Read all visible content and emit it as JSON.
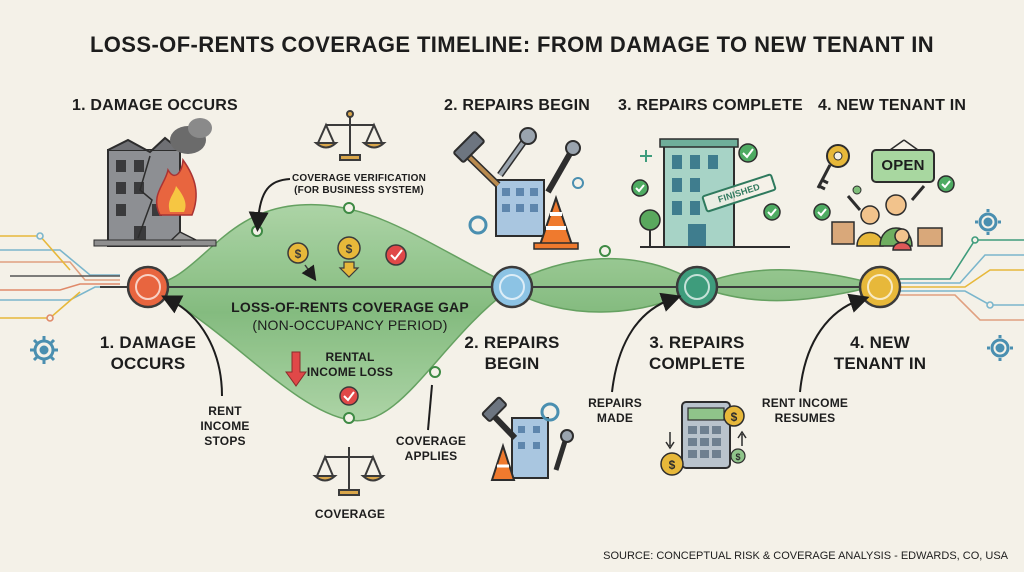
{
  "title": "LOSS-OF-RENTS COVERAGE TIMELINE: FROM DAMAGE TO NEW TENANT IN",
  "phases_top": [
    "1. DAMAGE OCCURS",
    "2. REPAIRS BEGIN",
    "3. REPAIRS COMPLETE",
    "4. NEW TENANT IN"
  ],
  "milestones": [
    {
      "line1": "1. DAMAGE",
      "line2": "OCCURS",
      "color": "#e8653f"
    },
    {
      "line1": "2. REPAIRS",
      "line2": "BEGIN",
      "color": "#8cc3e4"
    },
    {
      "line1": "3. REPAIRS",
      "line2": "COMPLETE",
      "color": "#3e9c7c"
    },
    {
      "line1": "4. NEW",
      "line2": "TENANT IN",
      "color": "#e7b83a"
    }
  ],
  "annotations": {
    "coverage_verification": {
      "line1": "COVERAGE VERIFICATION",
      "line2": "(FOR BUSINESS SYSTEM)"
    },
    "gap": {
      "line1": "LOSS-OF-RENTS COVERAGE GAP",
      "line2": "(NON-OCCUPANCY PERIOD)"
    },
    "rental_loss": {
      "line1": "RENTAL",
      "line2": "INCOME LOSS"
    },
    "rent_stops": {
      "line1": "RENT",
      "line2": "INCOME",
      "line3": "STOPS"
    },
    "coverage": "COVERAGE",
    "coverage_applies": {
      "line1": "COVERAGE",
      "line2": "APPLIES"
    },
    "repairs_made": {
      "line1": "REPAIRS",
      "line2": "MADE"
    },
    "rent_resumes": {
      "line1": "RENT INCOME",
      "line2": "RESUMES"
    }
  },
  "icon_text": {
    "finished_stamp": "FINISHED",
    "open_sign": "OPEN"
  },
  "source": "SOURCE: CONCEPTUAL RISK & COVERAGE ANALYSIS - EDWARDS, CO, USA",
  "colors": {
    "background": "#f4f1e8",
    "ribbon": "#8fc48a",
    "ribbon_dark": "#5e9d5a",
    "damage": "#e8653f",
    "repairs_begin": "#8cc3e4",
    "repairs_complete": "#3e9c7c",
    "new_tenant": "#e7b83a"
  }
}
